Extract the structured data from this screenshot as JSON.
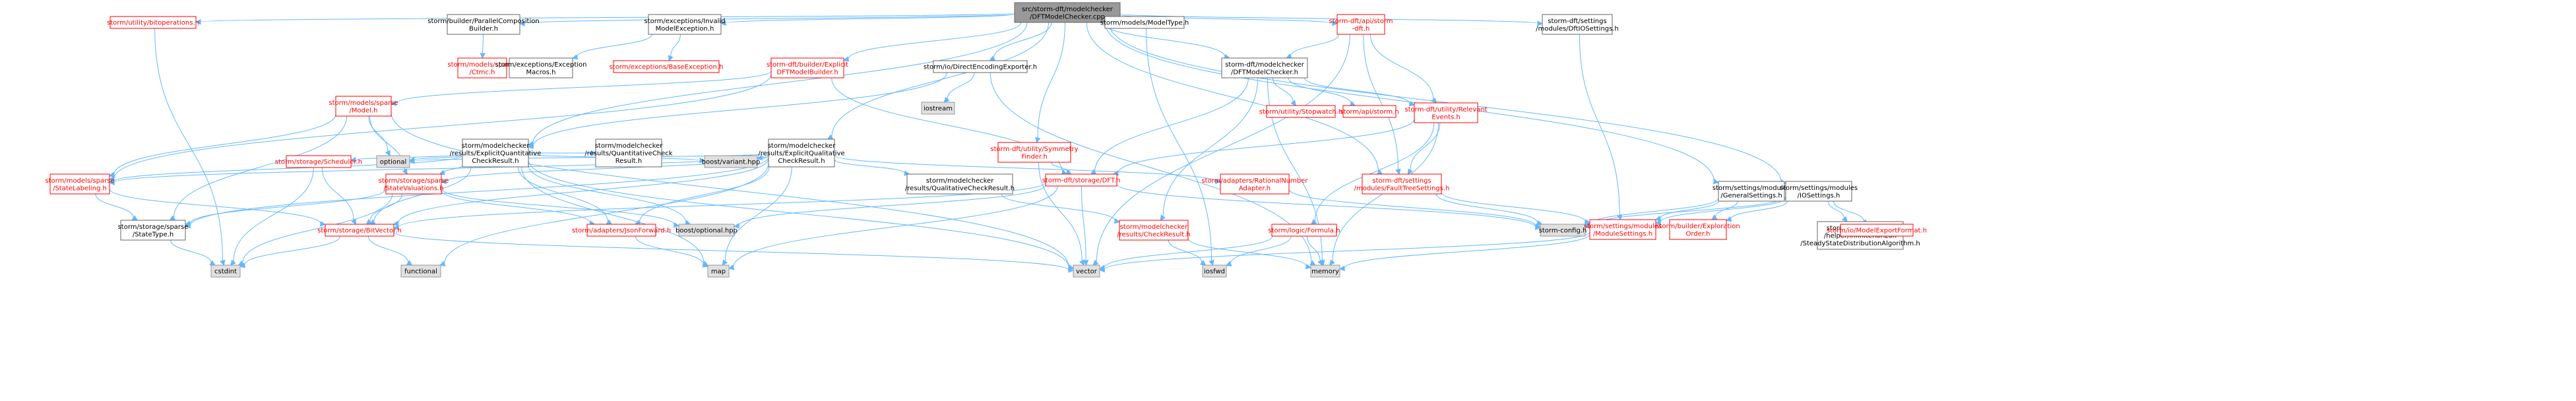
{
  "graph": {
    "colors": {
      "root_fill": "#999999",
      "normal_fill": "#ffffff",
      "normal_border": "#666666",
      "missing_border": "#ff0000",
      "missing_text": "#ff0000",
      "external_fill": "#e0e0e0",
      "external_border": "#999999",
      "edge": "#63b8ff",
      "text": "#000000"
    },
    "nodes": [
      {
        "id": "root",
        "kind": "root",
        "lines": [
          "src/storm-dft/modelchecker",
          "/DFTModelChecker.cpp"
        ]
      },
      {
        "id": "bitops",
        "kind": "missing",
        "lines": [
          "storm/utility/bitoperations.h"
        ]
      },
      {
        "id": "parcomp",
        "kind": "normal",
        "lines": [
          "storm/builder/ParallelComposition",
          "Builder.h"
        ]
      },
      {
        "id": "invmodel",
        "kind": "normal",
        "lines": [
          "storm/exceptions/Invalid",
          "ModelException.h"
        ]
      },
      {
        "id": "dftmb",
        "kind": "missing",
        "lines": [
          "storm-dft/builder/Explicit",
          "DFTModelBuilder.h"
        ]
      },
      {
        "id": "direxp",
        "kind": "normal",
        "lines": [
          "storm/io/DirectEncodingExporter.h"
        ]
      },
      {
        "id": "eqcr",
        "kind": "normal",
        "lines": [
          "storm/modelchecker",
          "/results/ExplicitQualitative",
          "CheckResult.h"
        ]
      },
      {
        "id": "symfind",
        "kind": "missing",
        "lines": [
          "storm-dft/utility/Symmetry",
          "Finder.h"
        ]
      },
      {
        "id": "modeltype",
        "kind": "normal",
        "lines": [
          "storm/models/ModelType.h"
        ]
      },
      {
        "id": "apistorm",
        "kind": "missing",
        "lines": [
          "storm-dft/api/storm",
          "-dft.h"
        ]
      },
      {
        "id": "dftiosettings",
        "kind": "normal",
        "lines": [
          "storm-dft/settings",
          "/modules/DftIOSettings.h"
        ]
      },
      {
        "id": "gensettings",
        "kind": "normal",
        "lines": [
          "storm/settings/modules",
          "/GeneralSettings.h"
        ]
      },
      {
        "id": "iosettings",
        "kind": "normal",
        "lines": [
          "storm/settings/modules",
          "/IOSettings.h"
        ]
      },
      {
        "id": "sparsectmc",
        "kind": "missing",
        "lines": [
          "storm/models/sparse",
          "/Ctmc.h"
        ]
      },
      {
        "id": "excmacros",
        "kind": "normal",
        "lines": [
          "storm/exceptions/Exception",
          "Macros.h"
        ]
      },
      {
        "id": "baseexc",
        "kind": "missing",
        "lines": [
          "storm/exceptions/BaseException.h"
        ]
      },
      {
        "id": "dftmc",
        "kind": "normal",
        "lines": [
          "storm-dft/modelchecker",
          "/DFTModelChecker.h"
        ]
      },
      {
        "id": "sparsemodel",
        "kind": "missing",
        "lines": [
          "storm/models/sparse",
          "/Model.h"
        ]
      },
      {
        "id": "eqtcr",
        "kind": "normal",
        "lines": [
          "storm/modelchecker",
          "/results/ExplicitQuantitative",
          "CheckResult.h"
        ]
      },
      {
        "id": "iostream",
        "kind": "external",
        "lines": [
          "iostream"
        ]
      },
      {
        "id": "stopwatch",
        "kind": "missing",
        "lines": [
          "storm/utility/Stopwatch.h"
        ]
      },
      {
        "id": "apistormh",
        "kind": "missing",
        "lines": [
          "storm/api/storm.h"
        ]
      },
      {
        "id": "relevant",
        "kind": "missing",
        "lines": [
          "storm-dft/utility/Relevant",
          "Events.h"
        ]
      },
      {
        "id": "optional",
        "kind": "external",
        "lines": [
          "optional"
        ]
      },
      {
        "id": "scheduler",
        "kind": "missing",
        "lines": [
          "storm/storage/Scheduler.h"
        ]
      },
      {
        "id": "quantcr",
        "kind": "normal",
        "lines": [
          "storm/modelchecker",
          "/results/QuantitativeCheck",
          "Result.h"
        ]
      },
      {
        "id": "variant",
        "kind": "external",
        "lines": [
          "boost/variant.hpp"
        ]
      },
      {
        "id": "qualcr",
        "kind": "normal",
        "lines": [
          "storm/modelchecker",
          "/results/QualitativeCheckResult.h"
        ]
      },
      {
        "id": "dft",
        "kind": "missing",
        "lines": [
          "storm-dft/storage/DFT.h"
        ]
      },
      {
        "id": "ratnum",
        "kind": "missing",
        "lines": [
          "storm/adapters/RationalNumber",
          "Adapter.h"
        ]
      },
      {
        "id": "faulttree",
        "kind": "missing",
        "lines": [
          "storm-dft/settings",
          "/modules/FaultTreeSettings.h"
        ]
      },
      {
        "id": "mchelper",
        "kind": "normal",
        "lines": [
          "storm/modelchecker",
          "/helper/infinitehorizon",
          "/SteadyStateDistributionAlgorithm.h"
        ]
      },
      {
        "id": "stlabel",
        "kind": "missing",
        "lines": [
          "storm/models/sparse",
          "/StateLabeling.h"
        ]
      },
      {
        "id": "stvals",
        "kind": "missing",
        "lines": [
          "storm/storage/sparse",
          "/StateValuations.h"
        ]
      },
      {
        "id": "stormconfig",
        "kind": "external",
        "lines": [
          "storm-config.h"
        ]
      },
      {
        "id": "modsettings",
        "kind": "missing",
        "lines": [
          "storm/settings/modules",
          "/ModuleSettings.h"
        ]
      },
      {
        "id": "explorder",
        "kind": "missing",
        "lines": [
          "storm/builder/Exploration",
          "Order.h"
        ]
      },
      {
        "id": "modelexport",
        "kind": "missing",
        "lines": [
          "storm/io/ModelExportFormat.h"
        ]
      },
      {
        "id": "sttype",
        "kind": "normal",
        "lines": [
          "storm/storage/sparse",
          "/StateType.h"
        ]
      },
      {
        "id": "bitvector",
        "kind": "missing",
        "lines": [
          "storm/storage/BitVector.h"
        ]
      },
      {
        "id": "jsonfwd",
        "kind": "missing",
        "lines": [
          "storm/adapters/JsonForward.h"
        ]
      },
      {
        "id": "boostopt",
        "kind": "external",
        "lines": [
          "boost/optional.hpp"
        ]
      },
      {
        "id": "checkresult",
        "kind": "missing",
        "lines": [
          "storm/modelchecker",
          "/results/CheckResult.h"
        ]
      },
      {
        "id": "formula",
        "kind": "missing",
        "lines": [
          "storm/logic/Formula.h"
        ]
      },
      {
        "id": "cstdint",
        "kind": "external",
        "lines": [
          "cstdint"
        ]
      },
      {
        "id": "functional",
        "kind": "external",
        "lines": [
          "functional"
        ]
      },
      {
        "id": "map",
        "kind": "external",
        "lines": [
          "map"
        ]
      },
      {
        "id": "vector",
        "kind": "external",
        "lines": [
          "vector"
        ]
      },
      {
        "id": "iosfwd",
        "kind": "external",
        "lines": [
          "iosfwd"
        ]
      },
      {
        "id": "memory",
        "kind": "external",
        "lines": [
          "memory"
        ]
      }
    ],
    "edges": [
      [
        "root",
        "bitops"
      ],
      [
        "root",
        "parcomp"
      ],
      [
        "root",
        "invmodel"
      ],
      [
        "root",
        "dftmb"
      ],
      [
        "root",
        "direxp"
      ],
      [
        "root",
        "eqcr"
      ],
      [
        "root",
        "symfind"
      ],
      [
        "root",
        "modeltype"
      ],
      [
        "root",
        "apistorm"
      ],
      [
        "root",
        "dftiosettings"
      ],
      [
        "root",
        "gensettings"
      ],
      [
        "root",
        "iosettings"
      ],
      [
        "root",
        "faulttree"
      ],
      [
        "root",
        "dftmc"
      ],
      [
        "root",
        "eqtcr"
      ],
      [
        "bitops",
        "cstdint"
      ],
      [
        "parcomp",
        "sparsectmc"
      ],
      [
        "invmodel",
        "excmacros"
      ],
      [
        "invmodel",
        "baseexc"
      ],
      [
        "dftmb",
        "sparsemodel"
      ],
      [
        "dftmb",
        "stlabel"
      ],
      [
        "dftmb",
        "dft"
      ],
      [
        "direxp",
        "iostream"
      ],
      [
        "direxp",
        "eqtcr"
      ],
      [
        "direxp",
        "memory"
      ],
      [
        "apistorm",
        "dftmc"
      ],
      [
        "apistorm",
        "relevant"
      ],
      [
        "apistorm",
        "faulttree"
      ],
      [
        "apistorm",
        "vector"
      ],
      [
        "dftmc",
        "stopwatch"
      ],
      [
        "dftmc",
        "apistormh"
      ],
      [
        "dftmc",
        "relevant"
      ],
      [
        "dftmc",
        "dft"
      ],
      [
        "dftmc",
        "checkresult"
      ],
      [
        "dftmc",
        "memory"
      ],
      [
        "modeltype",
        "iosfwd"
      ],
      [
        "symfind",
        "dft"
      ],
      [
        "symfind",
        "vector"
      ],
      [
        "eqcr",
        "optional"
      ],
      [
        "eqcr",
        "variant"
      ],
      [
        "eqcr",
        "map"
      ],
      [
        "eqcr",
        "functional"
      ],
      [
        "eqcr",
        "stvals"
      ],
      [
        "eqcr",
        "stlabel"
      ],
      [
        "eqcr",
        "qualcr"
      ],
      [
        "eqcr",
        "ratnum"
      ],
      [
        "eqcr",
        "bitvector"
      ],
      [
        "eqcr",
        "jsonfwd"
      ],
      [
        "eqcr",
        "sttype"
      ],
      [
        "eqtcr",
        "scheduler"
      ],
      [
        "eqtcr",
        "quantcr"
      ],
      [
        "eqtcr",
        "optional"
      ],
      [
        "eqtcr",
        "variant"
      ],
      [
        "eqtcr",
        "stlabel"
      ],
      [
        "eqtcr",
        "stvals"
      ],
      [
        "eqtcr",
        "bitvector"
      ],
      [
        "eqtcr",
        "jsonfwd"
      ],
      [
        "eqtcr",
        "boostopt"
      ],
      [
        "eqtcr",
        "vector"
      ],
      [
        "eqtcr",
        "map"
      ],
      [
        "sparsemodel",
        "stlabel"
      ],
      [
        "sparsemodel",
        "stvals"
      ],
      [
        "sparsemodel",
        "sttype"
      ],
      [
        "sparsemodel",
        "vector"
      ],
      [
        "sparsemodel",
        "optional"
      ],
      [
        "relevant",
        "dft"
      ],
      [
        "relevant",
        "faulttree"
      ],
      [
        "relevant",
        "formula"
      ],
      [
        "relevant",
        "memory"
      ],
      [
        "scheduler",
        "bitvector"
      ],
      [
        "scheduler",
        "cstdint"
      ],
      [
        "qualcr",
        "checkresult"
      ],
      [
        "dft",
        "bitvector"
      ],
      [
        "dft",
        "map"
      ],
      [
        "dft",
        "vector"
      ],
      [
        "dft",
        "stormconfig"
      ],
      [
        "dft",
        "boostopt"
      ],
      [
        "ratnum",
        "stormconfig"
      ],
      [
        "faulttree",
        "modsettings"
      ],
      [
        "faulttree",
        "stormconfig"
      ],
      [
        "dftiosettings",
        "modsettings"
      ],
      [
        "gensettings",
        "modsettings"
      ],
      [
        "gensettings",
        "stormconfig"
      ],
      [
        "gensettings",
        "explorder"
      ],
      [
        "iosettings",
        "modsettings"
      ],
      [
        "iosettings",
        "stormconfig"
      ],
      [
        "iosettings",
        "explorder"
      ],
      [
        "iosettings",
        "mchelper"
      ],
      [
        "iosettings",
        "modelexport"
      ],
      [
        "stlabel",
        "sttype"
      ],
      [
        "stlabel",
        "bitvector"
      ],
      [
        "stvals",
        "bitvector"
      ],
      [
        "stvals",
        "jsonfwd"
      ],
      [
        "stvals",
        "sttype"
      ],
      [
        "stvals",
        "cstdint"
      ],
      [
        "stvals",
        "boostopt"
      ],
      [
        "sttype",
        "cstdint"
      ],
      [
        "bitvector",
        "cstdint"
      ],
      [
        "bitvector",
        "functional"
      ],
      [
        "bitvector",
        "vector"
      ],
      [
        "jsonfwd",
        "map"
      ],
      [
        "checkresult",
        "memory"
      ],
      [
        "checkresult",
        "iosfwd"
      ],
      [
        "formula",
        "vector"
      ],
      [
        "formula",
        "memory"
      ],
      [
        "formula",
        "iosfwd"
      ],
      [
        "modsettings",
        "memory"
      ],
      [
        "modsettings",
        "vector"
      ]
    ]
  }
}
